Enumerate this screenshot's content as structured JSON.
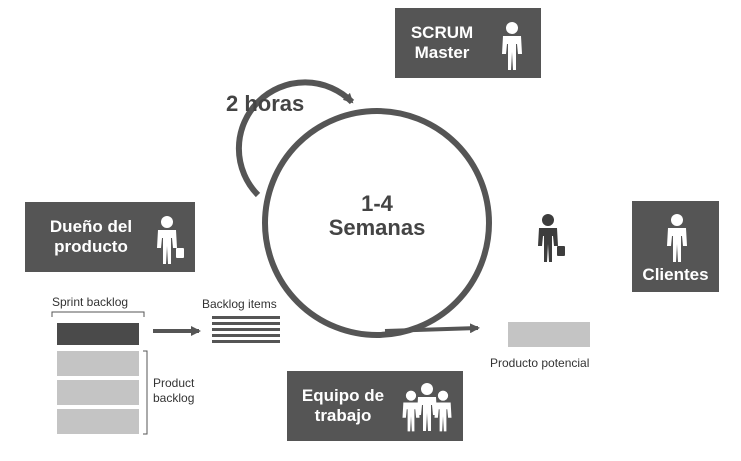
{
  "cycle": {
    "daily_label": "2 horas",
    "sprint_label_line1": "1-4",
    "sprint_label_line2": "Semanas"
  },
  "roles": {
    "scrum_master": {
      "line1": "SCRUM",
      "line2": "Master",
      "icon": "person-icon"
    },
    "product_owner": {
      "line1": "Dueño del",
      "line2": "producto",
      "icon": "person-briefcase-icon"
    },
    "team": {
      "line1": "Equipo de",
      "line2": "trabajo",
      "icon": "group-icon"
    },
    "customers": {
      "label": "Clientes",
      "icon": "person-icon"
    }
  },
  "artifacts": {
    "sprint_backlog": "Sprint backlog",
    "backlog_items": "Backlog items",
    "product_backlog_line1": "Product",
    "product_backlog_line2": "backlog",
    "potential_product": "Producto potencial"
  },
  "colors": {
    "role_box": "#555555",
    "ring": "#555555",
    "sprint_block": "#4a4a4a",
    "backlog_block": "#c4c4c4",
    "icon_on_dark": "#ffffff",
    "icon_on_light": "#3d3d3d"
  }
}
